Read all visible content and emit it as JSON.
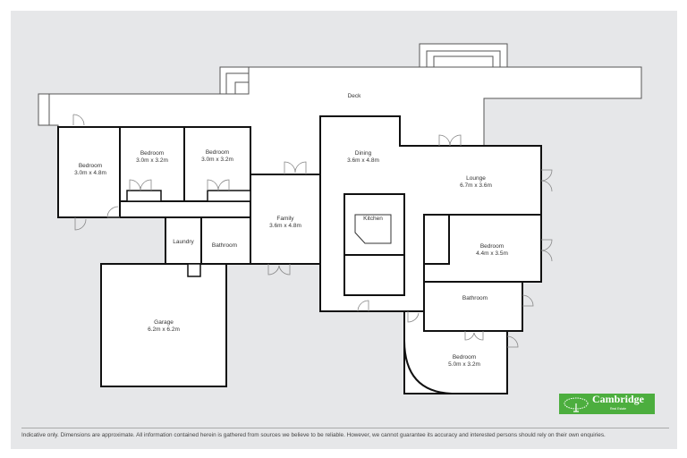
{
  "rooms": {
    "deck": {
      "name": "Deck"
    },
    "bedroom1": {
      "name": "Bedroom",
      "size": "3.0m x 4.8m"
    },
    "bedroom2": {
      "name": "Bedroom",
      "size": "3.0m x 3.2m"
    },
    "bedroom3": {
      "name": "Bedroom",
      "size": "3.0m x 3.2m"
    },
    "dining": {
      "name": "Dining",
      "size": "3.6m x 4.8m"
    },
    "lounge": {
      "name": "Lounge",
      "size": "6.7m x 3.6m"
    },
    "family": {
      "name": "Family",
      "size": "3.6m x 4.8m"
    },
    "kitchen": {
      "name": "Kitchen"
    },
    "laundry": {
      "name": "Laundry"
    },
    "bathroom1": {
      "name": "Bathroom"
    },
    "bedroom4": {
      "name": "Bedroom",
      "size": "4.4m x 3.5m"
    },
    "bathroom2": {
      "name": "Bathroom"
    },
    "garage": {
      "name": "Garage",
      "size": "6.2m x 6.2m"
    },
    "bedroom5": {
      "name": "Bedroom",
      "size": "5.0m x 3.2m"
    }
  },
  "logo": {
    "name": "Cambridge",
    "tagline": "Real Estate",
    "color": "#4cae3e"
  },
  "disclaimer": "Indicative only. Dimensions are approximate. All information contained herein is gathered from sources we believe to be reliable. However, we cannot guarantee its accuracy and interested persons should rely on their own enquiries."
}
